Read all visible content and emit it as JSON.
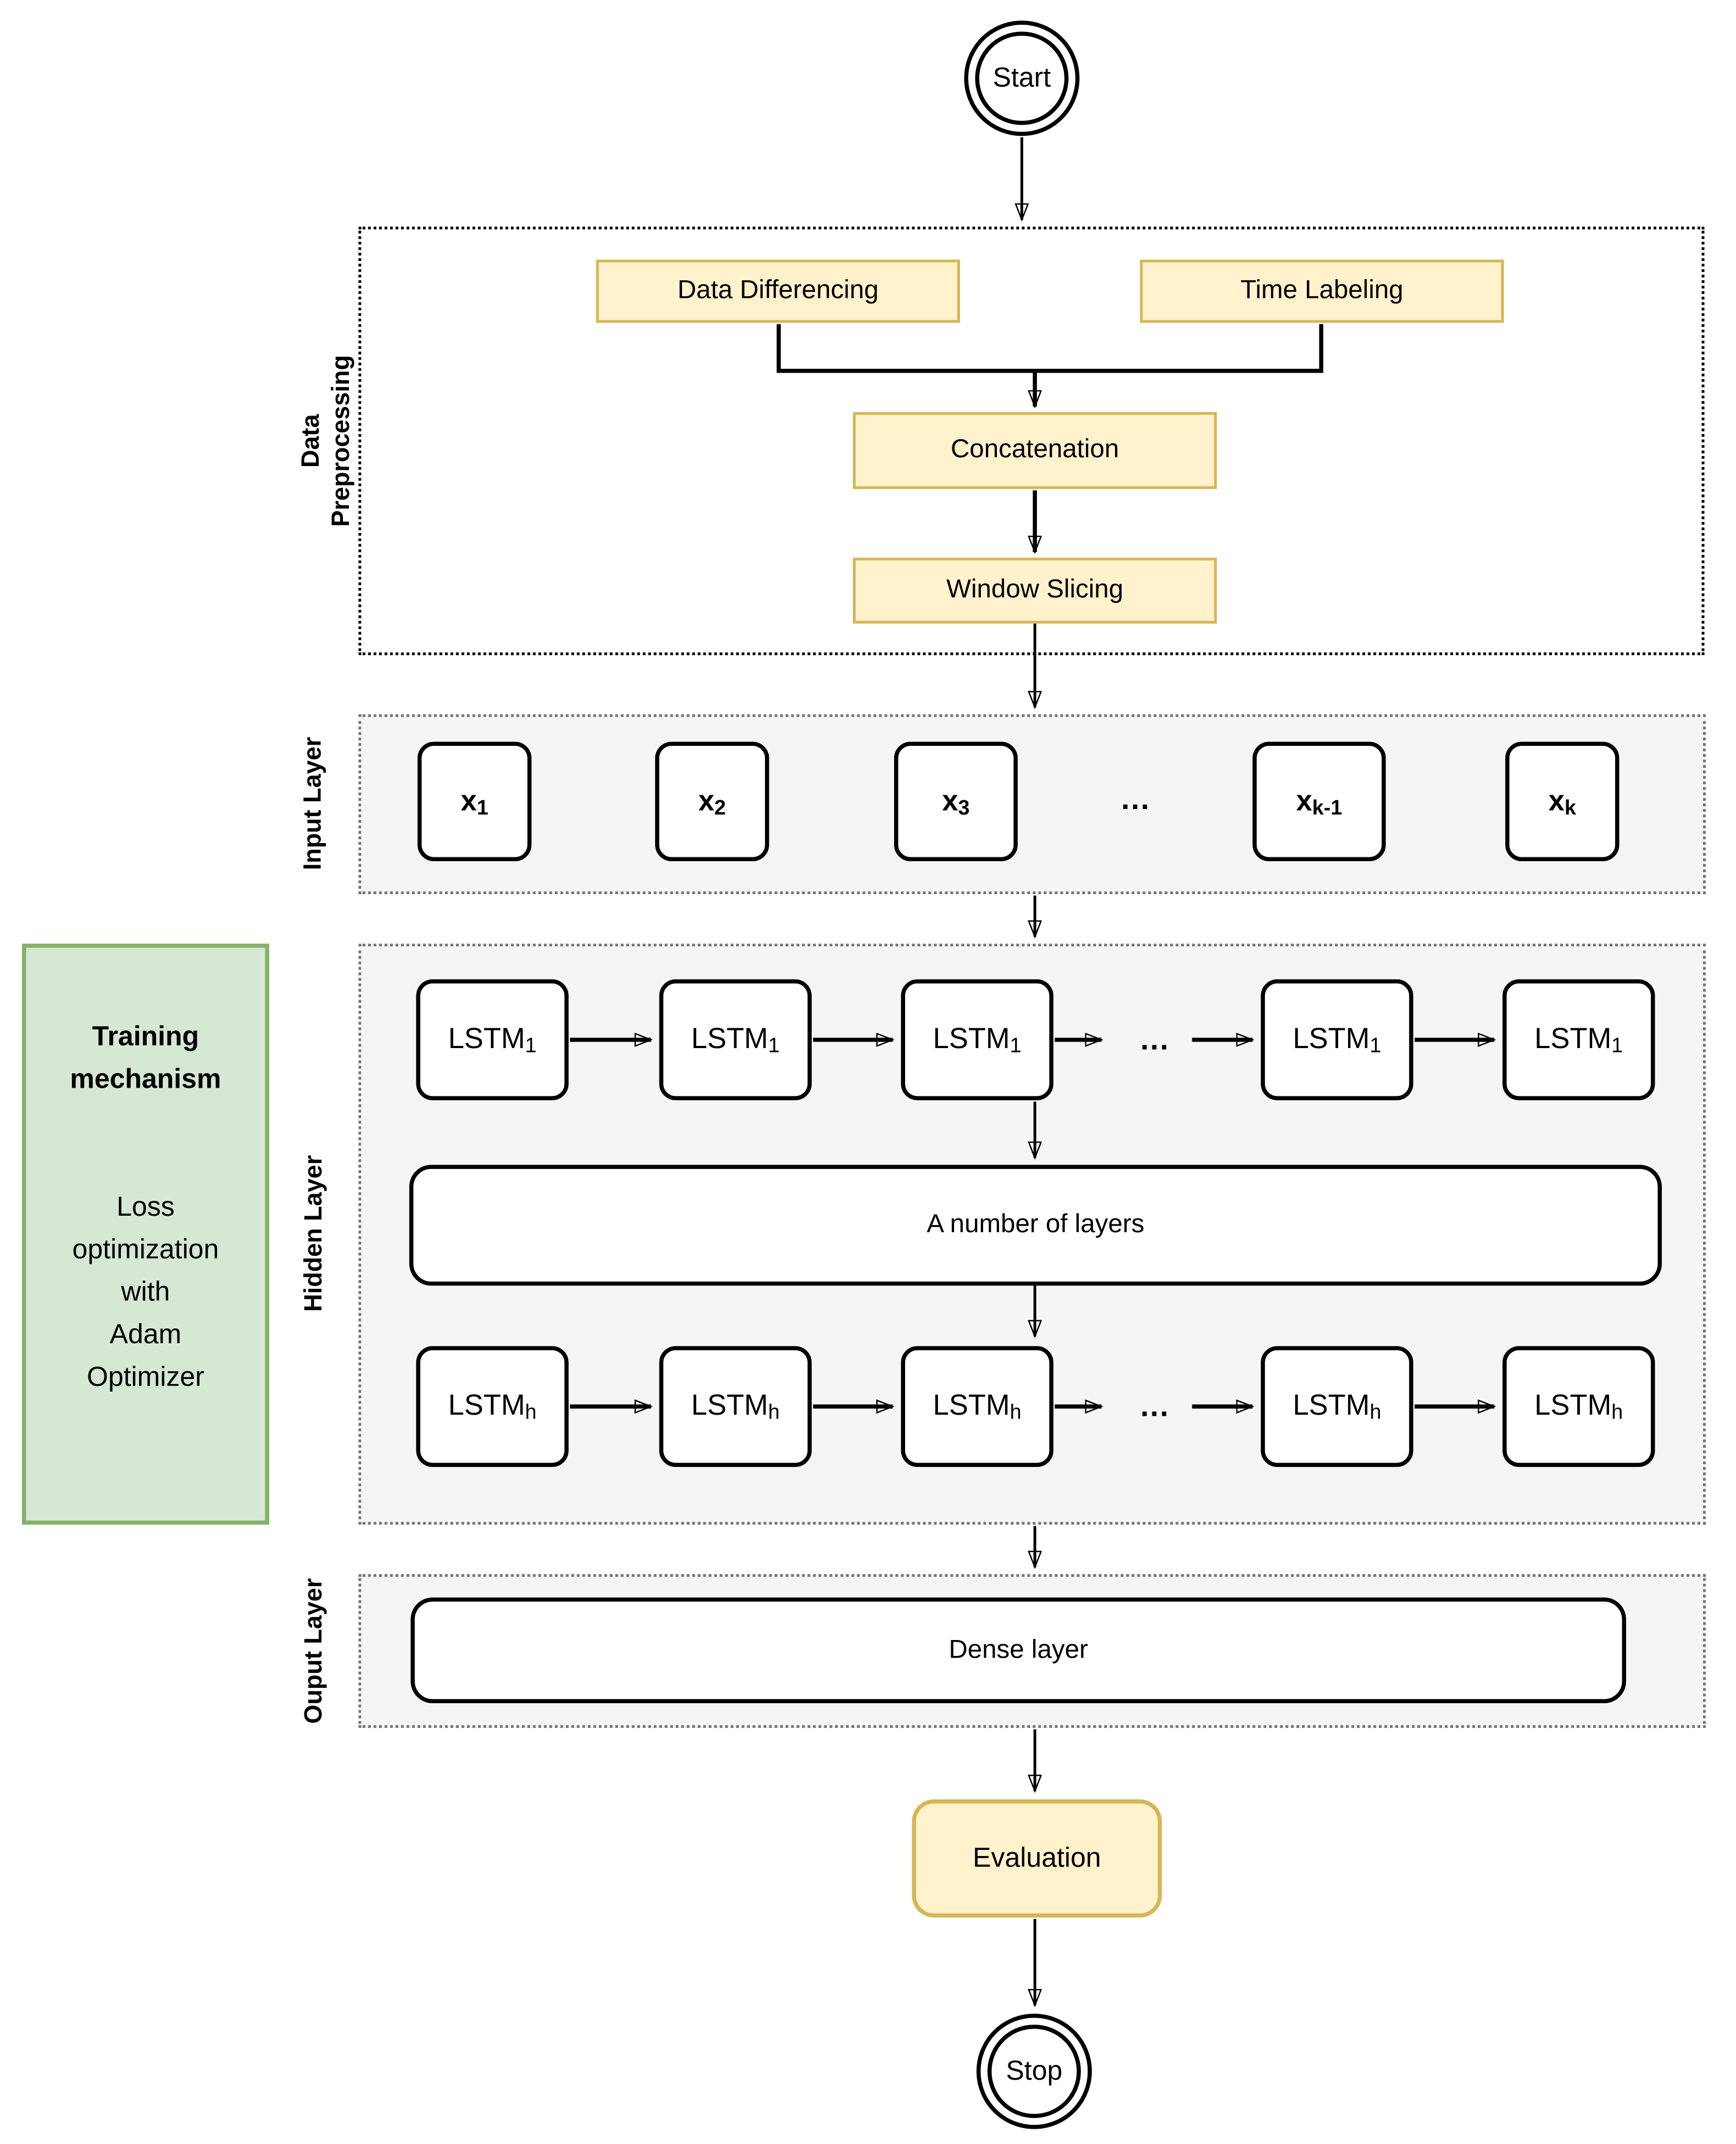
{
  "colors": {
    "process_fill": "#FFF2CC",
    "process_border": "#D6B656",
    "training_fill": "#D5E8D4",
    "training_border": "#82B366",
    "section_fill": "#F5F5F5",
    "section_border_gray": "#757575",
    "section_border_black": "#000000",
    "line": "#000000",
    "canvas": "#FFFFFF"
  },
  "terminals": {
    "start": "Start",
    "stop": "Stop"
  },
  "preprocessing": {
    "label": "Data Preprocessing",
    "label_lines": {
      "line1": "Data",
      "line2": "Preprocessing"
    },
    "data_differencing": "Data Differencing",
    "time_labeling": "Time Labeling",
    "concatenation": "Concatenation",
    "window_slicing": "Window Slicing"
  },
  "input_layer": {
    "label": "Input Layer",
    "ellipsis": "...",
    "nodes": [
      {
        "base": "x",
        "sub": "1"
      },
      {
        "base": "x",
        "sub": "2"
      },
      {
        "base": "x",
        "sub": "3"
      },
      {
        "base": "x",
        "sub": "k-1"
      },
      {
        "base": "x",
        "sub": "k"
      }
    ]
  },
  "hidden_layer": {
    "label": "Hidden Layer",
    "ellipsis": "...",
    "row1": {
      "base": "LSTM",
      "sub": "1"
    },
    "middle_box": "A number of layers",
    "row2": {
      "base": "LSTM",
      "sub": "h"
    }
  },
  "training": {
    "title": "Training\nmechanism",
    "body": "Loss\noptimization\nwith\nAdam\nOptimizer"
  },
  "output_layer": {
    "label": "Ouput Layer",
    "dense_box": "Dense layer"
  },
  "evaluation": {
    "label": "Evaluation"
  }
}
